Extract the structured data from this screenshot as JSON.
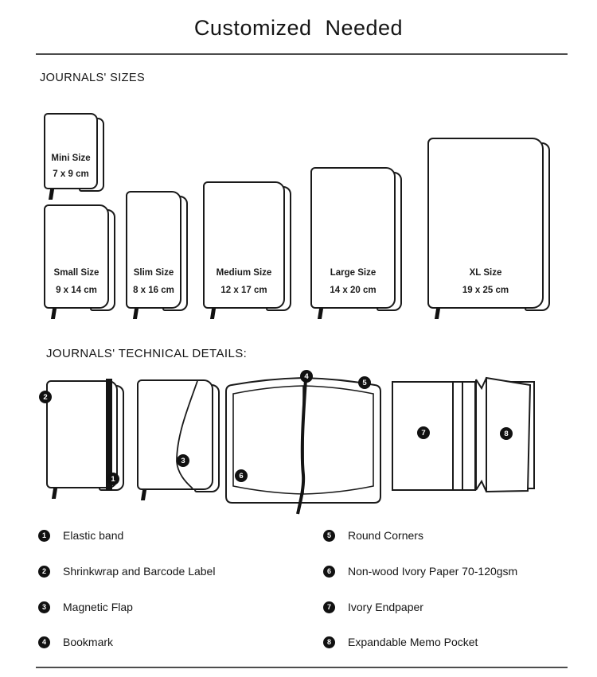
{
  "title": "Customized Needed",
  "sizes": {
    "heading": "JOURNALS' SIZES",
    "journals": [
      {
        "name": "Mini Size",
        "dimensions": "7 x 9 cm"
      },
      {
        "name": "Small Size",
        "dimensions": "9 x 14 cm"
      },
      {
        "name": "Slim Size",
        "dimensions": "8 x 16 cm"
      },
      {
        "name": "Medium Size",
        "dimensions": "12 x 17 cm"
      },
      {
        "name": "Large Size",
        "dimensions": "14 x 20 cm"
      },
      {
        "name": "XL Size",
        "dimensions": "19 x 25 cm"
      }
    ]
  },
  "technical": {
    "heading": "JOURNALS' TECHNICAL DETAILS:"
  },
  "features": {
    "items": [
      {
        "num": "1",
        "label": "Elastic band"
      },
      {
        "num": "2",
        "label": "Shrinkwrap and Barcode Label"
      },
      {
        "num": "3",
        "label": "Magnetic Flap"
      },
      {
        "num": "4",
        "label": "Bookmark"
      },
      {
        "num": "5",
        "label": "Round Corners"
      },
      {
        "num": "6",
        "label": "Non-wood Ivory Paper 70-120gsm"
      },
      {
        "num": "7",
        "label": "Ivory Endpaper"
      },
      {
        "num": "8",
        "label": "Expandable Memo Pocket"
      }
    ]
  },
  "colors": {
    "ink": "#1a1a1a",
    "rule": "#4d4d4d",
    "background": "#ffffff"
  }
}
